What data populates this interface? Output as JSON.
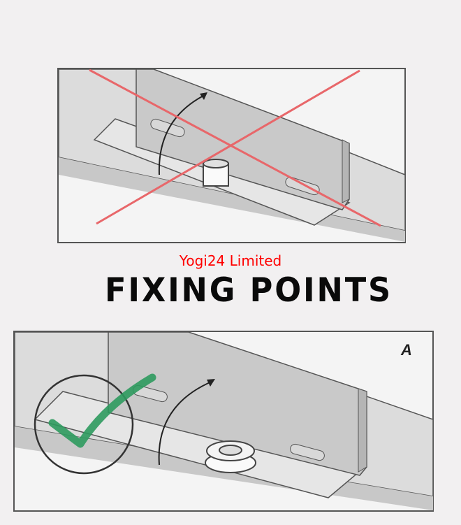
{
  "brand": "Yogi24 Limited",
  "title": "FIXING POINTS",
  "panels": [
    {
      "status": "incorrect",
      "mark": "red-cross-icon"
    },
    {
      "status": "correct",
      "mark": "green-check-icon",
      "label": "A"
    }
  ],
  "colors": {
    "background": "#f2f0f1",
    "cross": "#e8676a",
    "check": "#2e9a5e",
    "text": "#0a0a0a",
    "brand": "#ff0000"
  }
}
